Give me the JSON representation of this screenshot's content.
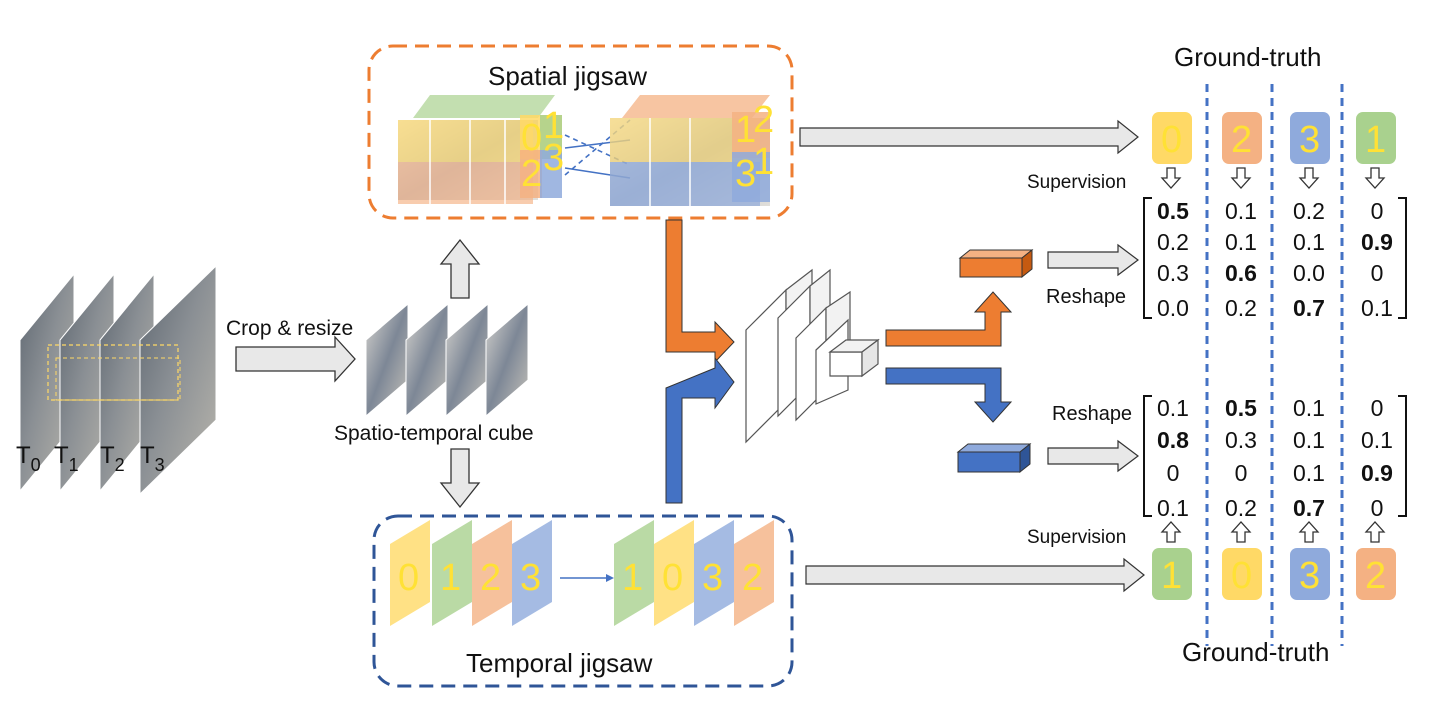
{
  "spatial_box_title": "Spatial jigsaw",
  "temporal_box_title": "Temporal jigsaw",
  "crop_label": "Crop & resize",
  "cube_label": "Spatio-temporal cube",
  "frame_labels": {
    "base": "T",
    "subscripts": [
      "0",
      "1",
      "2",
      "3"
    ]
  },
  "ground_truth_top": "Ground-truth",
  "ground_truth_bottom": "Ground-truth",
  "supervision_top": "Supervision",
  "supervision_bottom": "Supervision",
  "reshape_top": "Reshape",
  "reshape_bottom": "Reshape",
  "spatial_tiles": [
    "0",
    "1",
    "2",
    "3"
  ],
  "spatial_shuffled_tiles": [
    "1",
    "2",
    "3",
    "1"
  ],
  "temporal_frames": [
    "0",
    "1",
    "2",
    "3"
  ],
  "temporal_shuffled_frames": [
    "1",
    "0",
    "3",
    "2"
  ],
  "gt_top": [
    "0",
    "2",
    "3",
    "1"
  ],
  "gt_bottom": [
    "1",
    "0",
    "3",
    "2"
  ],
  "matrix_top": [
    [
      "0.5",
      "0.1",
      "0.2",
      "0"
    ],
    [
      "0.2",
      "0.1",
      "0.1",
      "0.9"
    ],
    [
      "0.3",
      "0.6",
      "0.0",
      "0"
    ],
    [
      "0.0",
      "0.2",
      "0.7",
      "0.1"
    ]
  ],
  "matrix_top_bold": [
    [
      0,
      0
    ],
    [
      1,
      3
    ],
    [
      2,
      1
    ],
    [
      3,
      2
    ]
  ],
  "matrix_bottom": [
    [
      "0.1",
      "0.5",
      "0.1",
      "0"
    ],
    [
      "0.8",
      "0.3",
      "0.1",
      "0.1"
    ],
    [
      "0",
      "0",
      "0.1",
      "0.9"
    ],
    [
      "0.1",
      "0.2",
      "0.7",
      "0"
    ]
  ],
  "matrix_bottom_bold": [
    [
      0,
      1
    ],
    [
      1,
      0
    ],
    [
      2,
      3
    ],
    [
      3,
      2
    ]
  ],
  "colors": {
    "orange": "#ED7D31",
    "blue": "#4472C4",
    "digit_yellow": "#FFE135",
    "tile_yellow": "#FFD966",
    "tile_orange": "#F4B183",
    "tile_blue": "#8FAADC",
    "tile_green": "#A9D18E",
    "gray_arrow": "#E8E8E8"
  }
}
